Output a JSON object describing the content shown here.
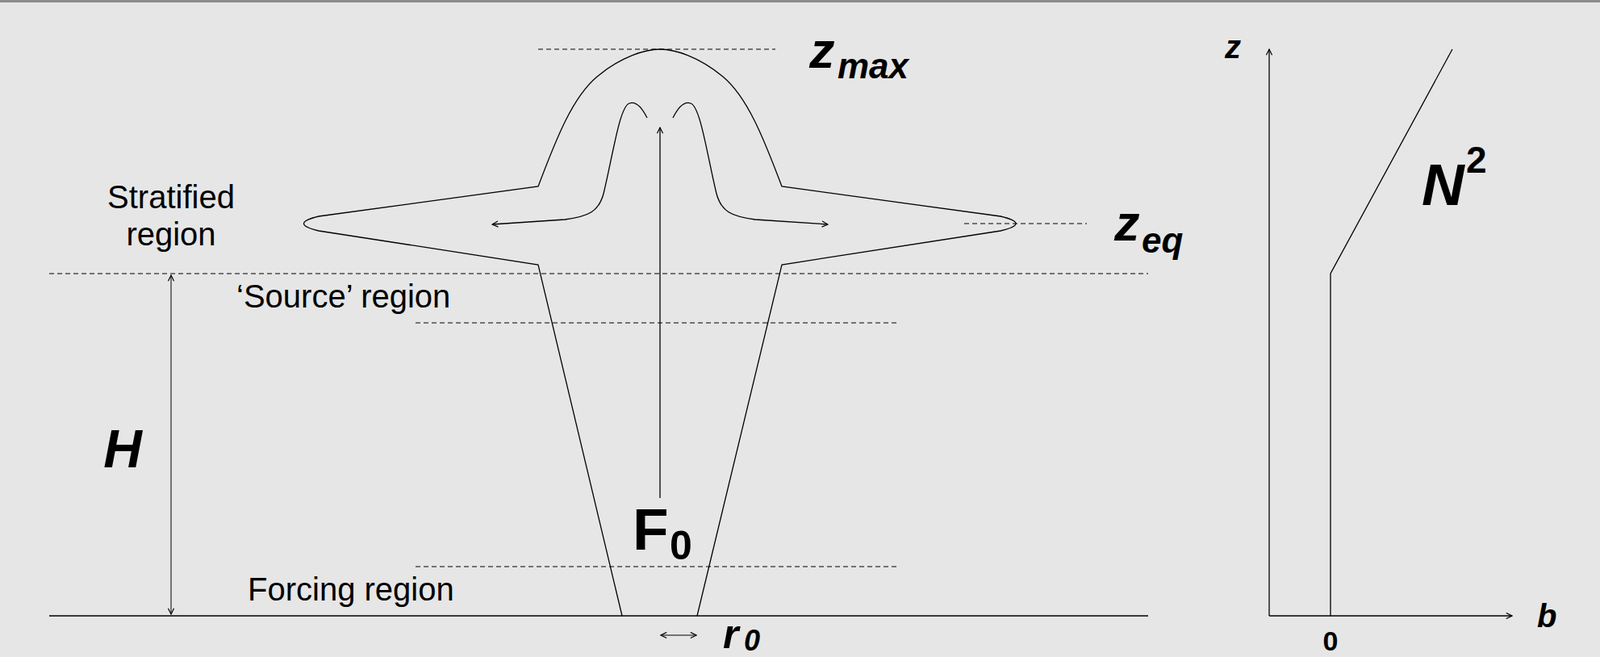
{
  "diagram": {
    "labels": [
      "z",
      "max",
      "Stratified region",
      "z",
      "eq",
      "‘Source’ region",
      "H",
      "F",
      "0",
      "Forcing region",
      "r",
      "0",
      "z",
      "N",
      "2",
      "b",
      "0"
    ]
  }
}
